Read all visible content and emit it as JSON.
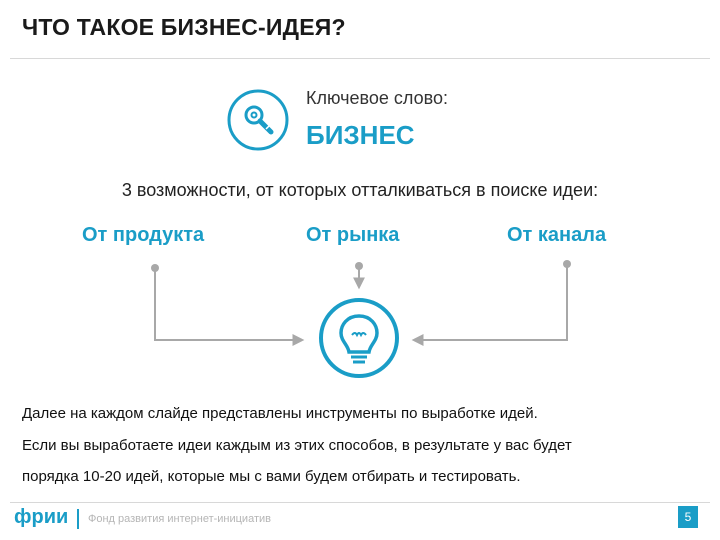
{
  "header": {
    "title": "ЧТО ТАКОЕ БИЗНЕС-ИДЕЯ?"
  },
  "keyword": {
    "label": "Ключевое слово:",
    "word": "БИЗНЕС"
  },
  "subtitle": "3 возможности, от которых отталкиваться в поиске идеи:",
  "options": [
    "От продукта",
    "От рынка",
    "От канала"
  ],
  "notes": [
    "Далее на каждом слайде представлены инструменты по выработке идей.",
    "Если вы выработаете идеи каждым из этих способов, в результате у вас будет",
    "порядка 10-20 идей, которые мы с вами будем отбирать и тестировать."
  ],
  "footer": {
    "logo": "фрии",
    "org": "Фонд развития интернет-инициатив",
    "page": "5"
  },
  "colors": {
    "accent": "#1a9dc7",
    "connector": "#a8a8a8"
  },
  "icons": {
    "keyword": "key-icon",
    "idea": "lightbulb-icon"
  }
}
